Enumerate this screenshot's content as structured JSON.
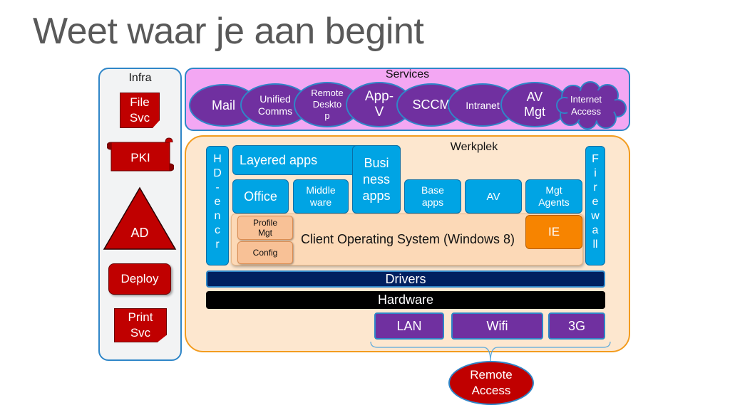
{
  "title": "Weet waar je aan begint",
  "infra": {
    "label": "Infra",
    "items": [
      "File\nSvc",
      "PKI",
      "AD",
      "Deploy",
      "Print\nSvc"
    ]
  },
  "services": {
    "label": "Services",
    "items": [
      "Mail",
      "Unified\nComms",
      "Remote\nDeskto\np",
      "App-\nV",
      "SCCM",
      "Intranet",
      "AV\nMgt",
      "Internet\nAccess"
    ]
  },
  "werkplek": {
    "label": "Werkplek",
    "hd_encr": "H\nD\n-\ne\nn\nc\nr",
    "firewall": "F\ni\nr\ne\nw\na\nll",
    "layered_apps": "Layered apps",
    "business_apps": "Busi\nness\napps",
    "office": "Office",
    "middleware": "Middle\nware",
    "base_apps": "Base\napps",
    "av": "AV",
    "mgt_agents": "Mgt\nAgents",
    "profile_mgt": "Profile\nMgt",
    "config": "Config",
    "os": "Client Operating System (Windows 8)",
    "ie": "IE",
    "drivers": "Drivers",
    "hardware": "Hardware",
    "network": [
      "LAN",
      "Wifi",
      "3G"
    ]
  },
  "remote_access": "Remote\nAccess",
  "colors": {
    "title": "#595959",
    "red": "#c00000",
    "purple": "#7030a0",
    "blue": "#00a4e4",
    "services_bg": "#f3a7f3",
    "werkplek_bg": "#fde7cf",
    "border_blue": "#2f86c8",
    "border_orange": "#f39c1f",
    "ie_orange": "#f78400",
    "drivers": "#002060",
    "hardware": "#000000"
  }
}
